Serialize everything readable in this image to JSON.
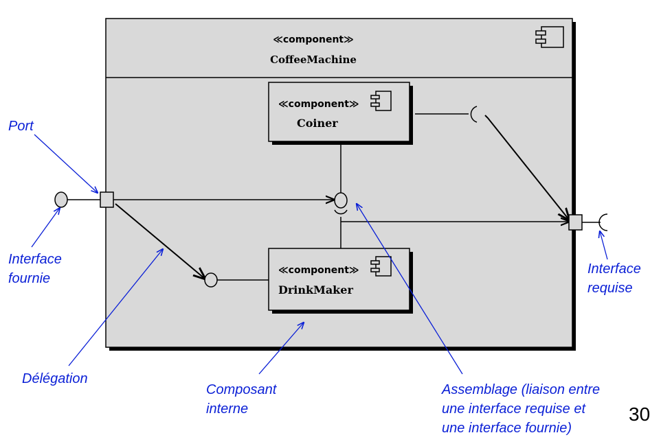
{
  "diagram": {
    "outer_component": {
      "stereotype": "≪component≫",
      "name": "CoffeeMachine"
    },
    "coiner": {
      "stereotype": "≪component≫",
      "name": "Coiner"
    },
    "drinkmaker": {
      "stereotype": "≪component≫",
      "name": "DrinkMaker"
    }
  },
  "annotations": {
    "port": "Port",
    "interface_fournie": [
      "Interface",
      "fournie"
    ],
    "delegation": "Délégation",
    "composant_interne": [
      "Composant",
      "interne"
    ],
    "assemblage": [
      "Assemblage (liaison entre",
      "une interface requise et",
      "une interface fournie)"
    ],
    "interface_requise": [
      "Interface",
      "requise"
    ]
  },
  "slide_number": "30",
  "colors": {
    "annotation": "#0a1fd6",
    "component_fill": "#d9d9d9",
    "shadow": "#000000"
  }
}
